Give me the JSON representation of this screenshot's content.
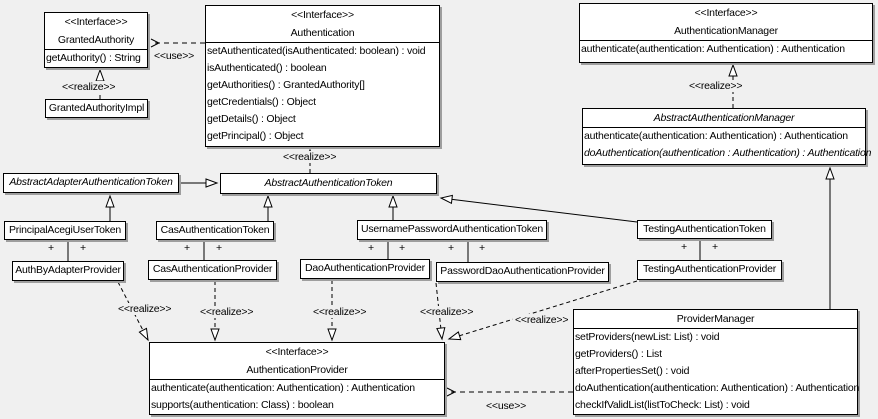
{
  "labels": {
    "interface_stereotype": "<<Interface>>",
    "realize": "<<realize>>",
    "use": "<<use>>",
    "plus": "+"
  },
  "colors": {
    "background": "#f0f0f0",
    "box_fill": "#ffffff",
    "box_border": "#000000",
    "box_shadow": "#9e9e9e",
    "line": "#000000"
  },
  "classes": {
    "granted_authority": {
      "stereotype": "<<Interface>>",
      "name": "GrantedAuthority",
      "methods": [
        "getAuthority() : String"
      ]
    },
    "granted_authority_impl": {
      "name": "GrantedAuthorityImpl"
    },
    "authentication": {
      "stereotype": "<<Interface>>",
      "name": "Authentication",
      "methods": [
        "setAuthenticated(isAuthenticated: boolean) : void",
        "isAuthenticated() : boolean",
        "getAuthorities() : GrantedAuthority[]",
        "getCredentials() : Object",
        "getDetails() : Object",
        "getPrincipal() : Object"
      ]
    },
    "authentication_manager": {
      "stereotype": "<<Interface>>",
      "name": "AuthenticationManager",
      "methods": [
        "authenticate(authentication: Authentication) : Authentication"
      ]
    },
    "abstract_authentication_manager": {
      "name": "AbstractAuthenticationManager",
      "methods": [
        "authenticate(authentication: Authentication) : Authentication",
        "doAuthentication(authentication : Authentication) : Authentication"
      ]
    },
    "abstract_adapter_authentication_token": {
      "name": "AbstractAdapterAuthenticationToken"
    },
    "abstract_authentication_token": {
      "name": "AbstractAuthenticationToken"
    },
    "principal_acegi_user_token": {
      "name": "PrincipalAcegiUserToken"
    },
    "cas_authentication_token": {
      "name": "CasAuthenticationToken"
    },
    "username_password_authentication_token": {
      "name": "UsernamePasswordAuthenticationToken"
    },
    "testing_authentication_token": {
      "name": "TestingAuthenticationToken"
    },
    "auth_by_adapter_provider": {
      "name": "AuthByAdapterProvider"
    },
    "cas_authentication_provider": {
      "name": "CasAuthenticationProvider"
    },
    "dao_authentication_provider": {
      "name": "DaoAuthenticationProvider"
    },
    "password_dao_authentication_provider": {
      "name": "PasswordDaoAuthenticationProvider"
    },
    "testing_authentication_provider": {
      "name": "TestingAuthenticationProvider"
    },
    "provider_manager": {
      "name": "ProviderManager",
      "methods": [
        "setProviders(newList: List) : void",
        "getProviders() : List",
        "afterPropertiesSet() : void",
        "doAuthentication(authentication: Authentication) : Authentication",
        "checkIfValidList(listToCheck: List) : void"
      ]
    },
    "authentication_provider": {
      "stereotype": "<<Interface>>",
      "name": "AuthenticationProvider",
      "methods": [
        "authenticate(authentication: Authentication) : Authentication",
        "supports(authentication: Class) : boolean"
      ]
    }
  }
}
